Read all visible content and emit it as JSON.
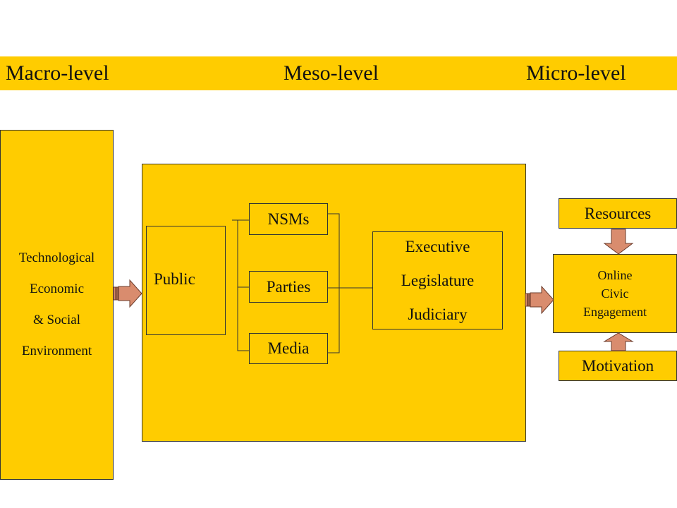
{
  "colors": {
    "fill": "#FFCC00",
    "arrow": "#D98C6E",
    "stroke": "#333333"
  },
  "header": {
    "macro": "Macro-level",
    "meso": "Meso-level",
    "micro": "Micro-level"
  },
  "macro_box": {
    "lines": [
      "Technological",
      "Economic",
      "& Social",
      "Environment"
    ]
  },
  "meso": {
    "public": "Public",
    "nsms": "NSMs",
    "parties": "Parties",
    "media": "Media",
    "institutions": [
      "Executive",
      "Legislature",
      "Judiciary"
    ]
  },
  "micro": {
    "resources": "Resources",
    "engagement": [
      "Online",
      "Civic",
      "Engagement"
    ],
    "motivation": "Motivation"
  }
}
